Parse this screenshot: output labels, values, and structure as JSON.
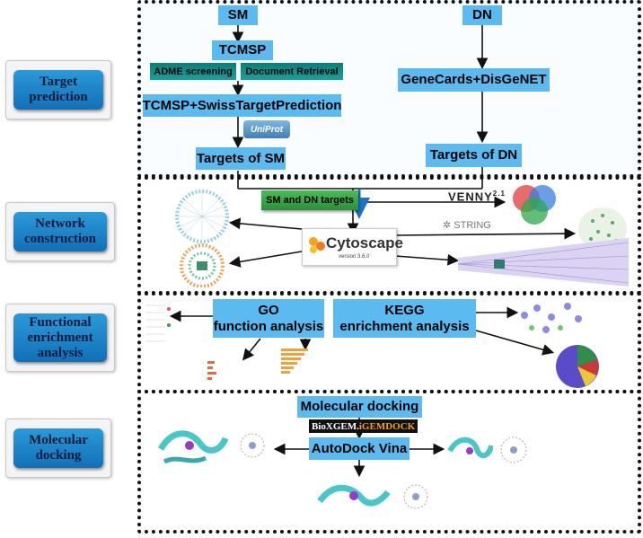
{
  "sidebar": {
    "target_prediction": "Target\nprediction",
    "network_construction": "Network\nconstruction",
    "functional_enrichment": "Functional\nenrichment\nanalysis",
    "molecular_docking": "Molecular\ndocking"
  },
  "prediction": {
    "sm": "SM",
    "dn": "DN",
    "tcmsp": "TCMSP",
    "adme": "ADME screening",
    "document": "Document Retrieval",
    "tcmsp_swiss": "TCMSP+SwissTargetPrediction",
    "uniprot": "UniProt",
    "genecards": "GeneCards+DisGeNET",
    "targets_sm": "Targets of SM",
    "targets_dn": "Targets of DN"
  },
  "network": {
    "sm_dn_targets": "SM and DN targets",
    "venny": "VENNY",
    "venny_version": "2.1",
    "string": "STRING",
    "cytoscape": "Cytoscape",
    "cytoscape_version": "version 3.6.0"
  },
  "enrichment": {
    "go": "GO\nfunction analysis",
    "kegg": "KEGG\nenrichment analysis"
  },
  "docking": {
    "molecular_docking": "Molecular docking",
    "bioxgem": "BioXGEM.",
    "igemdock": "iGEMDOCK",
    "autodock": "AutoDock Vina"
  },
  "colors": {
    "box": "#5bbaf0",
    "sidebar_button": "#1a82c8",
    "teal": "#13948f",
    "green": "#3aa847"
  }
}
